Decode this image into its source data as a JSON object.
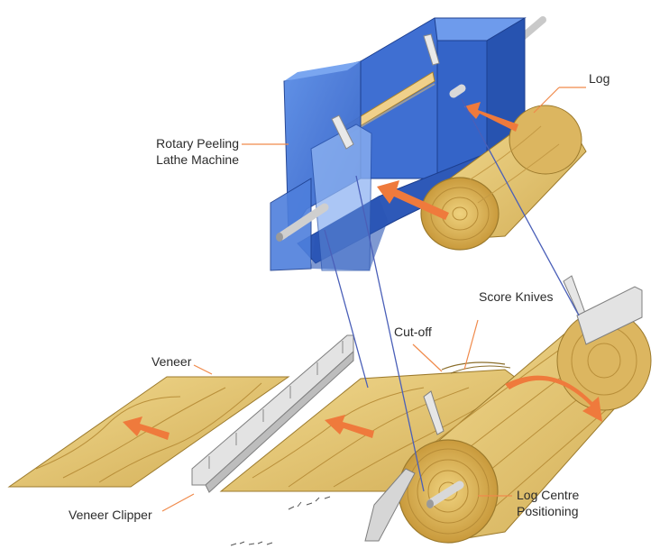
{
  "labels": {
    "log": "Log",
    "lathe_line1": "Rotary Peeling",
    "lathe_line2": "Lathe Machine",
    "score_knives": "Score Knives",
    "cut_off": "Cut-off",
    "veneer": "Veneer",
    "veneer_clipper": "Veneer Clipper",
    "centre_line1": "Log Centre",
    "centre_line2": "Positioning"
  },
  "colors": {
    "machine_blue": "#3d6fd0",
    "machine_dark": "#24479c",
    "wood": "#e3c46e",
    "wood_dark": "#b38a2e",
    "arrow": "#ef7a3c",
    "leader": "#f08a4b",
    "blade": "#d9d9d9"
  }
}
